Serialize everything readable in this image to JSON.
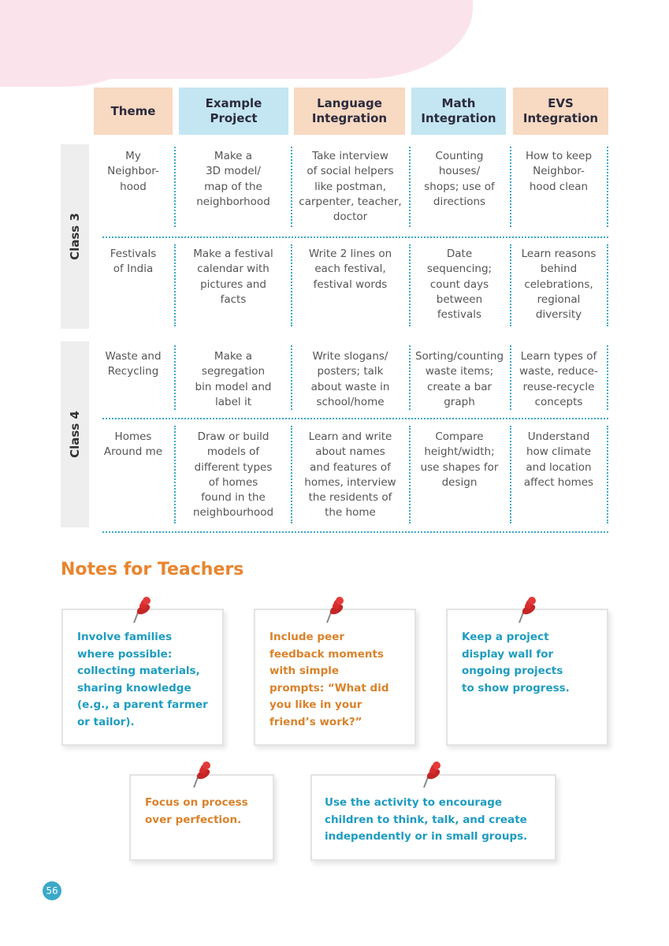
{
  "colors": {
    "header_peach": "#f8d9c2",
    "header_blue": "#c4e6f3",
    "divider": "#3ba9c9",
    "notes_title": "#e8852e",
    "note_blue_text": "#1e9cc0",
    "note_orange_text": "#d9822b",
    "pin": "#d92d2d"
  },
  "table": {
    "headers": [
      "Theme",
      "Example\nProject",
      "Language\nIntegration",
      "Math\nIntegration",
      "EVS\nIntegration"
    ],
    "class3_label": "Class 3",
    "class4_label": "Class 4",
    "rows": [
      [
        "My\nNeighbor-\nhood",
        "Make a\n3D model/\nmap of the\nneighborhood",
        "Take interview\nof social helpers\nlike postman,\ncarpenter, teacher,\ndoctor",
        "Counting\nhouses/\nshops; use of\ndirections",
        "How to keep\nNeighbor-\nhood clean"
      ],
      [
        "Festivals\nof India",
        "Make a festival\ncalendar with\npictures and\nfacts",
        "Write 2 lines on\neach festival,\nfestival words",
        "Date\nsequencing;\ncount days\nbetween\nfestivals",
        "Learn reasons\nbehind\ncelebrations,\nregional\ndiversity"
      ],
      [
        "Waste and\nRecycling",
        "Make a\nsegregation\nbin model and\nlabel it",
        "Write slogans/\nposters; talk\nabout waste in\nschool/home",
        "Sorting/counting\nwaste items;\ncreate a bar\ngraph",
        "Learn types of\nwaste, reduce-\nreuse-recycle\nconcepts"
      ],
      [
        "Homes\nAround me",
        "Draw or build\nmodels of\ndifferent types\nof homes\nfound in the\nneighbourhood",
        "Learn and write\nabout names\nand features of\nhomes, interview\nthe residents of\nthe home",
        "Compare\nheight/width;\nuse shapes for\ndesign",
        "Understand\nhow climate\nand location\naffect homes"
      ]
    ]
  },
  "notes": {
    "title": "Notes for Teachers",
    "items": [
      "Involve families\nwhere possible:\ncollecting materials,\nsharing knowledge\n(e.g., a parent farmer\nor tailor).",
      "Include peer\nfeedback moments\nwith simple\nprompts: “What did\nyou like in your\nfriend’s work?”",
      "Keep a project\ndisplay wall for\nongoing projects\nto show progress.",
      "Focus on process\nover perfection.",
      "Use the activity to encourage\nchildren to think, talk, and create\nindependently or in small groups."
    ],
    "pin_icon": "pushpin-icon"
  },
  "page_number": "56"
}
